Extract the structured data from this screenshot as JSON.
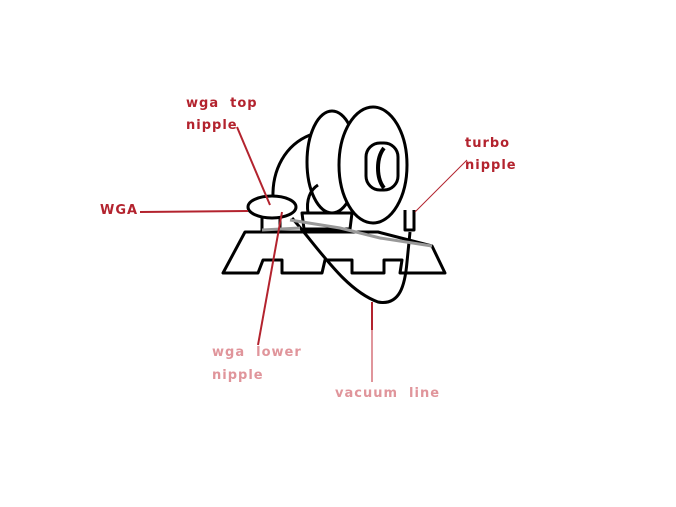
{
  "labels": {
    "wga_top_nipple_1": "wga  top",
    "wga_top_nipple_2": "nipple",
    "turbo_nipple_1": "turbo",
    "turbo_nipple_2": "nipple",
    "wga": "WGA",
    "wga_lower_nipple_1": "wga  lower",
    "wga_lower_nipple_2": "nipple",
    "vacuum_line": "vacuum  line"
  },
  "colors": {
    "label_primary": "#b3232e",
    "label_faded": "#e0959b",
    "drawing": "#000000",
    "hose": "#999999"
  }
}
